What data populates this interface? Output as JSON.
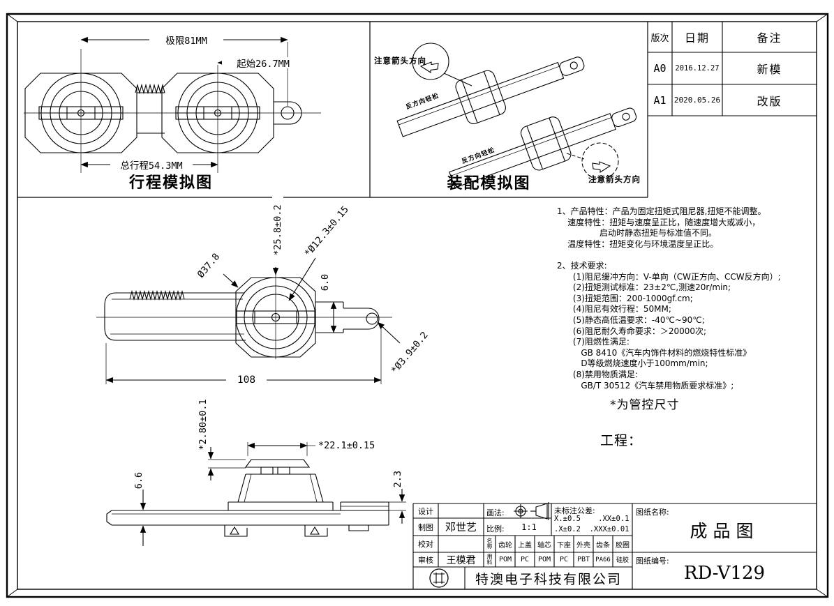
{
  "sheet": {
    "travel_view": {
      "title": "行程模拟图",
      "dim_limit": "极限81MM",
      "dim_start": "起始26.7MM",
      "dim_total": "总行程54.3MM"
    },
    "assembly_view": {
      "title": "装配模拟图",
      "arrow_note_top": "注意箭头方向",
      "arrow_note_bottom": "注意箭头方向",
      "rack_marking": "反方向轻松"
    },
    "revision_table": {
      "headers": [
        "版次",
        "日期",
        "备注"
      ],
      "rows": [
        {
          "rev": "A0",
          "date": "2016.12.27",
          "note": "新模"
        },
        {
          "rev": "A1",
          "date": "2020.05.26",
          "note": "改版"
        }
      ]
    },
    "main_view": {
      "dim_body_dia": "Ø37.8",
      "dim_height": "*25.8±0.2",
      "dim_bore": "*Ø12.3±0.15",
      "dim_slot": "6.0",
      "dim_hole": "*Ø3.9±0.2",
      "dim_length": "108"
    },
    "side_view": {
      "dim_cap": "*2.80±0.1",
      "dim_cap_width": "*22.1±0.15",
      "dim_rack_height": "6.6",
      "dim_step": "2.3"
    },
    "notes": "1、产品特性：产品为固定扭矩式阻尼器,扭矩不能调整。\n    速度特性：扭矩与速度呈正比，随速度增大或减小，\n                启动时静态扭矩与标准值不同。\n    温度特性：扭矩变化与环境温度呈正比。\n\n2、技术要求:\n      (1)阻尼缓冲方向：V-单向（CW正方向、CCW反方向）;\n      (2)扭矩测试标准：23±2℃,测速20r/min;\n      (3)扭矩范围：200-1000gf.cm;\n      (4)阻尼有效行程：50MM;\n      (5)静态高低温要求：-40℃~90℃;\n      (6)阻尼耐久寿命要求：＞20000次;\n      (7)阻燃性满足:\n         GB 8410《汽车内饰件材料的燃烧特性标准》\n         D等级燃烧速度小于100mm/min;\n      (8)禁用物质满足:\n         GB/T 30512《汽车禁用物质要求标准》;",
    "control_note": "*为管控尺寸",
    "project_label": "工程：",
    "title_block": {
      "design_label": "设计",
      "design_value": "",
      "draft_label": "制图",
      "draft_value": "邓世艺",
      "check_label": "校对",
      "check_value": "",
      "review_label": "审核",
      "review_value": "王模君",
      "method_label": "画法:",
      "scale_label": "比例:",
      "scale_value": "1:1",
      "tolerance_title": "未标注公差:",
      "tolerance_line1": "X.±0.5    .XX±0.1",
      "tolerance_line2": ".X±0.2  .XXX±0.01",
      "materials": {
        "name_label": "名称",
        "material_label": "用料",
        "parts": [
          "齿轮",
          "上盖",
          "轴芯",
          "下座",
          "外壳",
          "齿条",
          "胶圈"
        ],
        "mats": [
          "POM",
          "PC",
          "POM",
          "PC",
          "PBT",
          "PA66",
          "硅胶"
        ]
      },
      "drawing_name_label": "图纸名称:",
      "drawing_name": "成品图",
      "drawing_no_label": "图纸编号:",
      "drawing_no": "RD-V129",
      "company": "特澳电子科技有限公司"
    }
  }
}
